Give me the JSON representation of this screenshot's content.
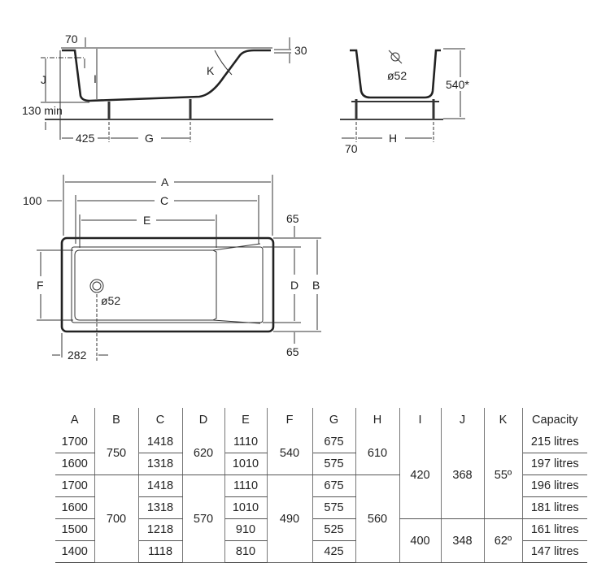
{
  "side_view": {
    "top_offset": "70",
    "rim": "30",
    "angle": "K",
    "depth": "I",
    "height": "J",
    "min_clearance": "130 min",
    "foot_offset": "425",
    "foot_spacing": "G"
  },
  "end_view": {
    "drain": "ø52",
    "height": "540*",
    "foot_offset": "70",
    "foot_spacing": "H"
  },
  "plan_view": {
    "length": "A",
    "inner_length": "C",
    "basin_length": "E",
    "end_offset": "100",
    "width": "B",
    "inner_width": "D",
    "basin_width": "F",
    "drain": "ø52",
    "drain_offset": "282",
    "top_margin": "65",
    "bottom_margin": "65"
  },
  "table": {
    "headers": [
      "A",
      "B",
      "C",
      "D",
      "E",
      "F",
      "G",
      "H",
      "I",
      "J",
      "K",
      "Capacity"
    ],
    "A": [
      "1700",
      "1600",
      "1700",
      "1600",
      "1500",
      "1400"
    ],
    "B": [
      "750",
      "700"
    ],
    "C": [
      "1418",
      "1318",
      "1418",
      "1318",
      "1218",
      "1118"
    ],
    "D": [
      "620",
      "570"
    ],
    "E": [
      "1110",
      "1010",
      "1110",
      "1010",
      "910",
      "810"
    ],
    "F": [
      "540",
      "490"
    ],
    "G": [
      "675",
      "575",
      "675",
      "575",
      "525",
      "425"
    ],
    "H": [
      "610",
      "560"
    ],
    "I": [
      "420",
      "400"
    ],
    "J": [
      "368",
      "348"
    ],
    "K": [
      "55º",
      "62º"
    ],
    "capacity": [
      "215 litres",
      "197 litres",
      "196 litres",
      "181 litres",
      "161 litres",
      "147 litres"
    ]
  }
}
